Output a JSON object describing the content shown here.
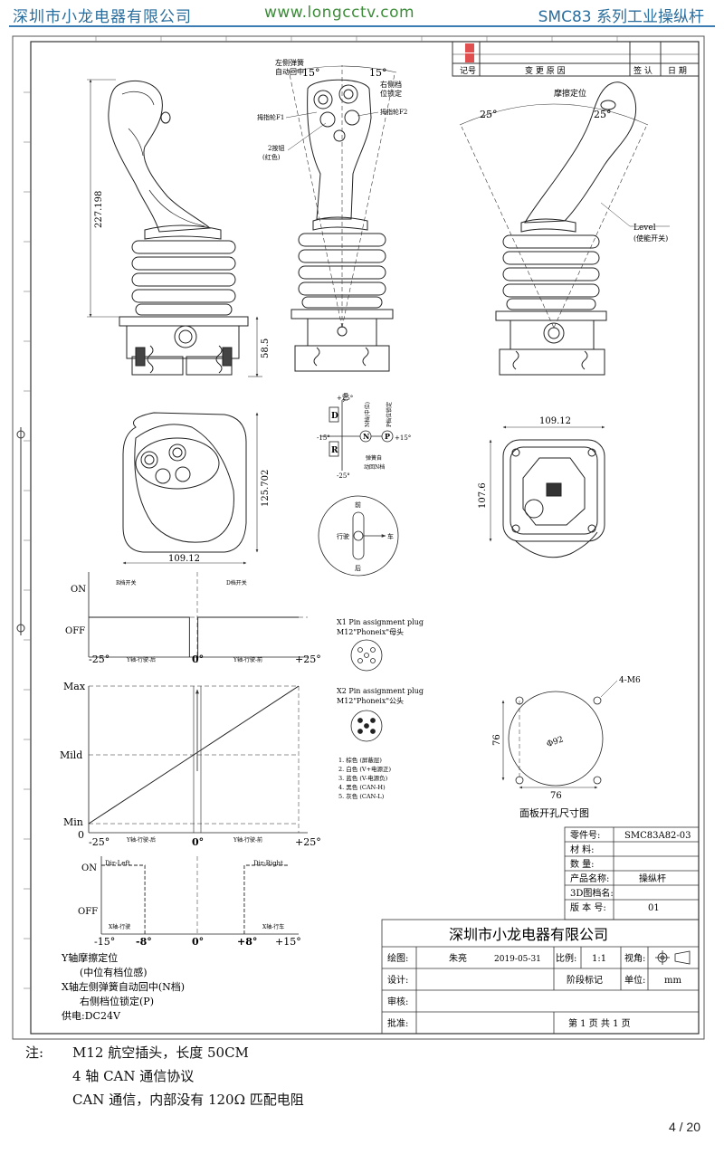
{
  "header": {
    "company": "深圳市小龙电器有限公司",
    "website": "www.longcctv.com",
    "model": "SMC83 系列工业操纵杆"
  },
  "revision_block": {
    "mark_label": "记号",
    "cause_label": "变 更 原 因",
    "sign_label": "签 认",
    "date_label": "日 期"
  },
  "views": {
    "front": {
      "dim_height": "227.198",
      "dim_base": "58.5"
    },
    "side": {
      "angle_left": "15°",
      "angle_right": "15°",
      "callout_left_spring": "左侧弹簧",
      "callout_left_spring2": "自动回中",
      "callout_right_detent": "右侧档",
      "callout_right_detent2": "位锁定",
      "callout_thumbwheel_f1": "拇指轮F1",
      "callout_thumbwheel_f2": "拇指轮F2",
      "callout_button": "2按钮",
      "callout_button_color": "(红色)"
    },
    "right": {
      "friction_label": "摩擦定位",
      "angle_left": "25°",
      "angle_right": "25°",
      "level_label": "Level",
      "level_sub": "(使能开关)"
    },
    "top": {
      "dim_width": "109.12",
      "dim_height": "125.702"
    },
    "bottom": {
      "dim_width": "109.12",
      "dim_height": "107.6"
    }
  },
  "gate_diagram": {
    "top": "+25°",
    "bottom": "-25°",
    "left": "-15°",
    "right": "+15°",
    "d": "D",
    "r": "R",
    "n": "N",
    "p": "P",
    "n_label": "N档(中位)",
    "p_label": "P档位锁定",
    "spring_label": "弹簧自",
    "spring_label2": "动回N档",
    "y_label": "Y轴"
  },
  "direction_circle": {
    "front": "前",
    "back": "后",
    "left": "行驶",
    "right": "车"
  },
  "chart_switch": {
    "on_label": "ON",
    "off_label": "OFF",
    "left_tick": "-25°",
    "zero_tick": "0°",
    "right_tick": "+25°",
    "left_switch_label": "R档开关",
    "right_switch_label": "D档开关",
    "left_axis_label": "Y轴-行驶-后",
    "right_axis_label": "Y轴-行驶-前"
  },
  "chart_data": [
    {
      "type": "line",
      "series": [
        {
          "name": "R档开关",
          "x": [
            -25,
            -1,
            -1
          ],
          "y": [
            "ON",
            "ON",
            "OFF"
          ]
        },
        {
          "name": "D档开关",
          "x": [
            1,
            1,
            25
          ],
          "y": [
            "OFF",
            "ON",
            "ON"
          ]
        }
      ],
      "xlim": [
        -25,
        25
      ],
      "x_ticks": [
        "-25°",
        "0°",
        "+25°"
      ],
      "y_levels": [
        "OFF",
        "ON"
      ]
    },
    {
      "type": "line",
      "series": [
        {
          "x": [
            -25,
            0,
            25
          ],
          "y": [
            "Min",
            "Mild",
            "Max"
          ]
        }
      ],
      "xlim": [
        -25,
        25
      ],
      "x_ticks": [
        "-25°",
        "0°",
        "+25°"
      ],
      "y_ticks": [
        "0",
        "Min",
        "Mild",
        "Max"
      ]
    },
    {
      "type": "line",
      "series": [
        {
          "name": "Dir-Left",
          "x": [
            -15,
            -8,
            -8
          ],
          "y": [
            "ON",
            "ON",
            "OFF"
          ]
        },
        {
          "name": "Dir-Right",
          "x": [
            8,
            8,
            15
          ],
          "y": [
            "OFF",
            "ON",
            "ON"
          ]
        }
      ],
      "xlim": [
        -15,
        15
      ],
      "x_ticks": [
        "-15°",
        "-8°",
        "0°",
        "+8°",
        "+15°"
      ],
      "y_levels": [
        "OFF",
        "ON"
      ]
    }
  ],
  "chart_prop": {
    "max": "Max",
    "mild": "Mild",
    "min": "Min",
    "zero": "0",
    "left_tick": "-25°",
    "zero_tick": "0°",
    "right_tick": "+25°",
    "left_axis_label": "Y轴-行驶-后",
    "right_axis_label": "Y轴-行驶-前"
  },
  "chart_dir": {
    "on_label": "ON",
    "off_label": "OFF",
    "dir_left": "Dir-Left",
    "dir_right": "Dir-Right",
    "t1": "-15°",
    "t2": "-8°",
    "t3": "0°",
    "t4": "+8°",
    "t5": "+15°",
    "left_axis_label": "X轴-行驶",
    "right_axis_label": "X轴-行车"
  },
  "pinout": {
    "x1_title": "X1 Pin assignment plug",
    "x1_sub": "M12\"Phoneix\"母头",
    "x2_title": "X2 Pin assignment plug",
    "x2_sub": "M12\"Phoneix\"公头",
    "pins": [
      "1.  棕色 (屏蔽层)",
      "2.  白色 (V+电源正)",
      "3.  蓝色 (V-电源负)",
      "4.  黑色 (CAN-H)",
      "5.  灰色 (CAN-L)"
    ]
  },
  "cutout": {
    "hole_label": "4-M6",
    "dim_v": "76",
    "dim_h": "76",
    "diameter": "Φ92",
    "caption": "面板开孔尺寸图"
  },
  "features": [
    "Y轴摩擦定位",
    "(中位有档位感)",
    "X轴左侧弹簧自动回中(N档)",
    "右侧档位锁定(P)",
    "供电:DC24V"
  ],
  "title_block": {
    "part_no_label": "零件号:",
    "part_no": "SMC83A82-03",
    "material_label": "材    料:",
    "quantity_label": "数    量:",
    "product_label": "产品名称:",
    "product": "操纵杆",
    "file3d_label": "3D图档名:",
    "version_label": "版 本 号:",
    "version": "01",
    "company": "深圳市小龙电器有限公司",
    "draw_label": "绘图:",
    "drawer": "朱亮",
    "date": "2019-05-31",
    "scale_label": "比例:",
    "scale": "1:1",
    "view_label": "视角:",
    "design_label": "设计:",
    "stage_label": "阶段标记",
    "unit_label": "单位:",
    "unit": "mm",
    "check_label": "审核:",
    "approve_label": "批准:",
    "page_text": "第  1  页    共  1  页"
  },
  "notes": {
    "label": "注:",
    "lines": [
      "M12 航空插头，长度 50CM",
      "4 轴 CAN 通信协议",
      "CAN 通信，内部没有 120Ω 匹配电阻"
    ]
  },
  "page_number": "4 / 20"
}
